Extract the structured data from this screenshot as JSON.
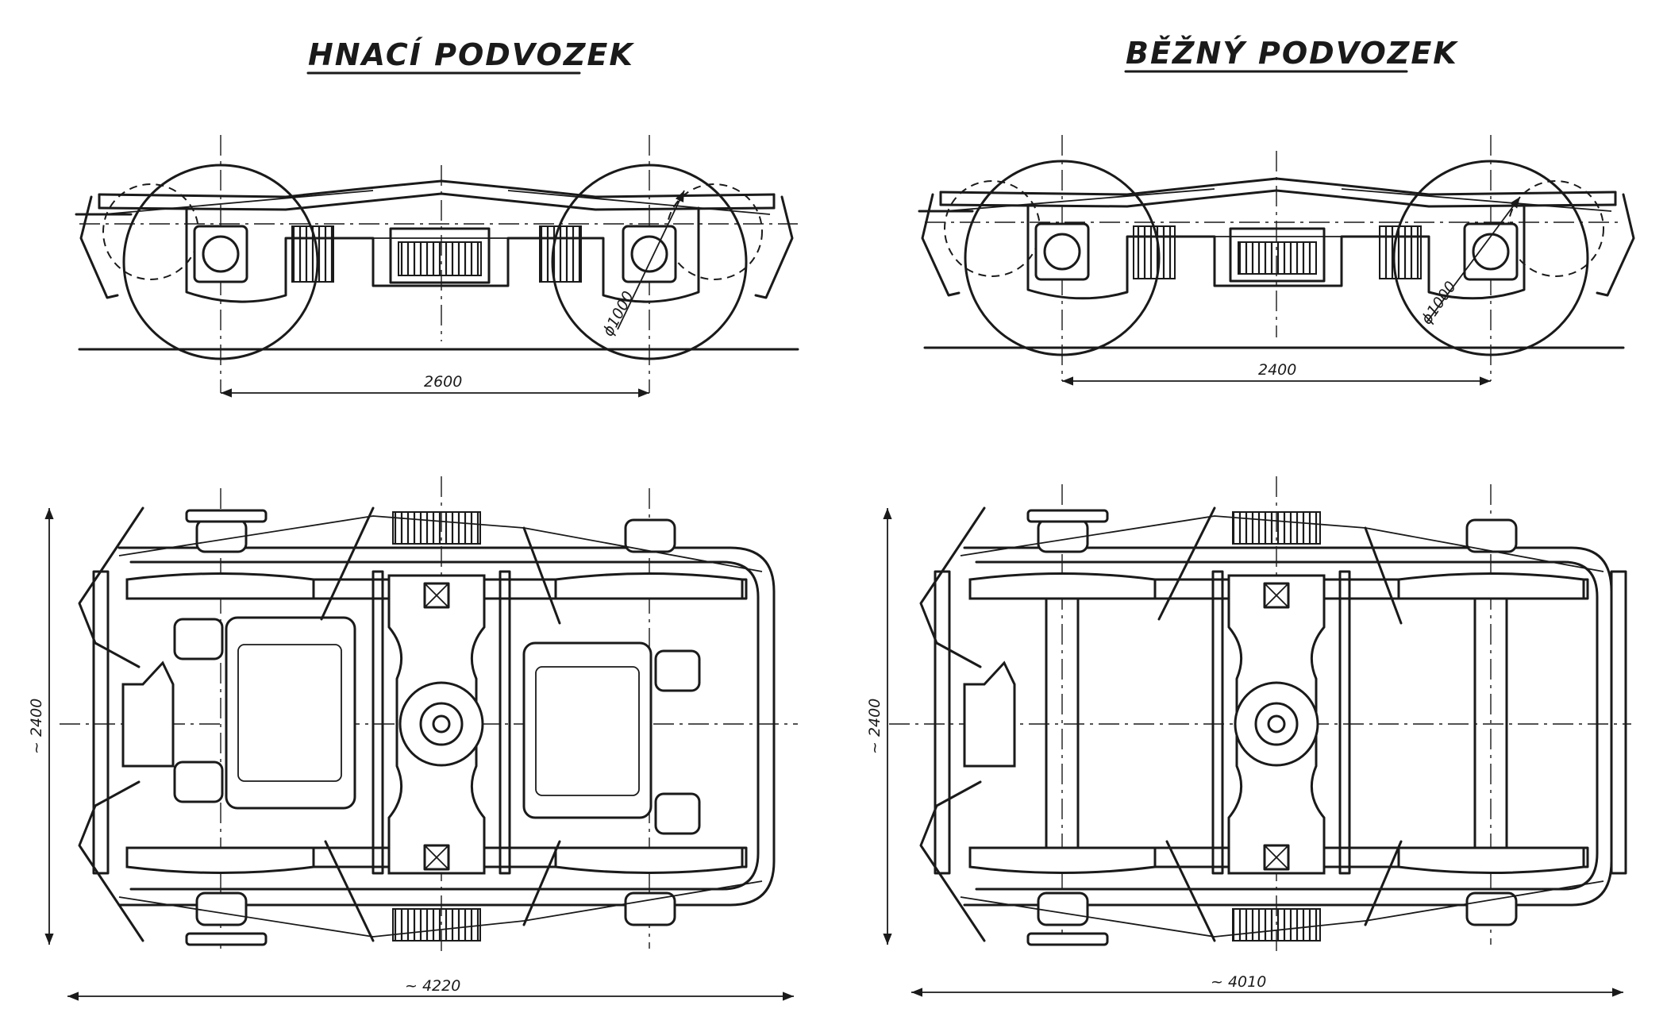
{
  "titles": {
    "driving_bogie": "HNACÍ PODVOZEK",
    "running_bogie": "BĚŽNÝ PODVOZEK"
  },
  "dimensions": {
    "driving_wheelbase": "2600",
    "running_wheelbase": "2400",
    "driving_wheel_dia": "ϕ1000",
    "running_wheel_dia": "ϕ1000",
    "driving_width": "~ 2400",
    "running_width": "~ 2400",
    "driving_length": "~ 4220",
    "running_length": "~ 4010"
  }
}
